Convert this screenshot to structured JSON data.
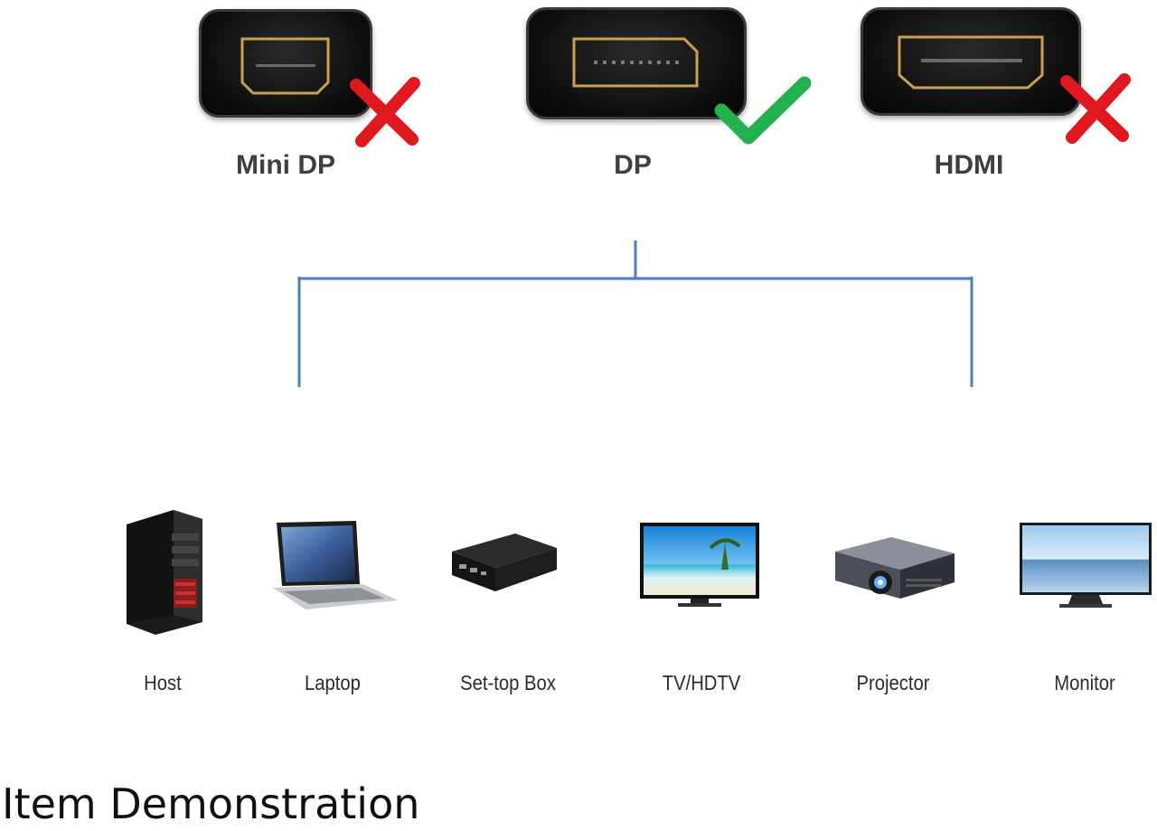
{
  "connectors": [
    {
      "label": "Mini DP",
      "supported": false
    },
    {
      "label": "DP",
      "supported": true
    },
    {
      "label": "HDMI",
      "supported": false
    }
  ],
  "devices": [
    {
      "label": "Host",
      "icon": "pc-tower-icon"
    },
    {
      "label": "Laptop",
      "icon": "laptop-icon"
    },
    {
      "label": "Set-top Box",
      "icon": "set-top-box-icon"
    },
    {
      "label": "TV/HDTV",
      "icon": "tv-icon"
    },
    {
      "label": "Projector",
      "icon": "projector-icon"
    },
    {
      "label": "Monitor",
      "icon": "monitor-icon"
    }
  ],
  "caption": "Item Demonstration",
  "colors": {
    "gold_port": "#c9a14a",
    "cross_red": "#e0191e",
    "check_green": "#22b14c",
    "tree_line": "#4a7cc7"
  }
}
